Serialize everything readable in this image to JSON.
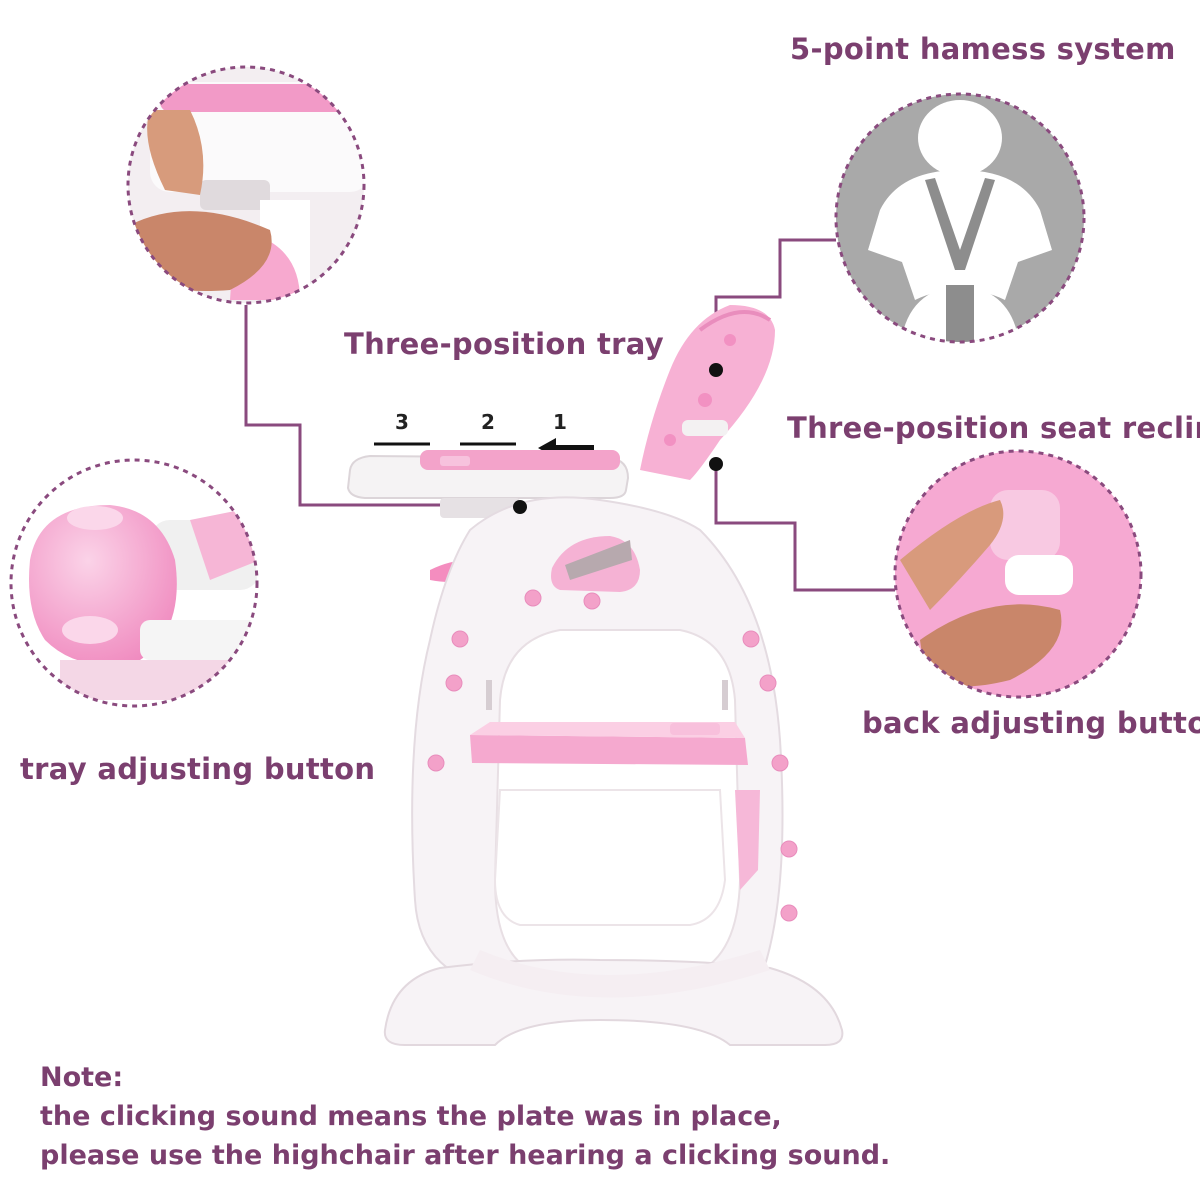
{
  "callouts": {
    "harness": "5-point hamess system",
    "tray": "Three-position tray",
    "recline": "Three-position seat recline",
    "tray_button": "tray adjusting button",
    "back_button": "back adjusting button"
  },
  "tray_positions": [
    "3",
    "2",
    "1"
  ],
  "note": {
    "title": "Note:",
    "line1": "the clicking sound means the plate was in place,",
    "line2": "please use the highchair after hearing a clicking sound."
  },
  "colors": {
    "label": "#7b3f6f",
    "connector": "#8a4a7e",
    "pink": "#f4a8cf",
    "plastic": "#f7f3f6"
  }
}
